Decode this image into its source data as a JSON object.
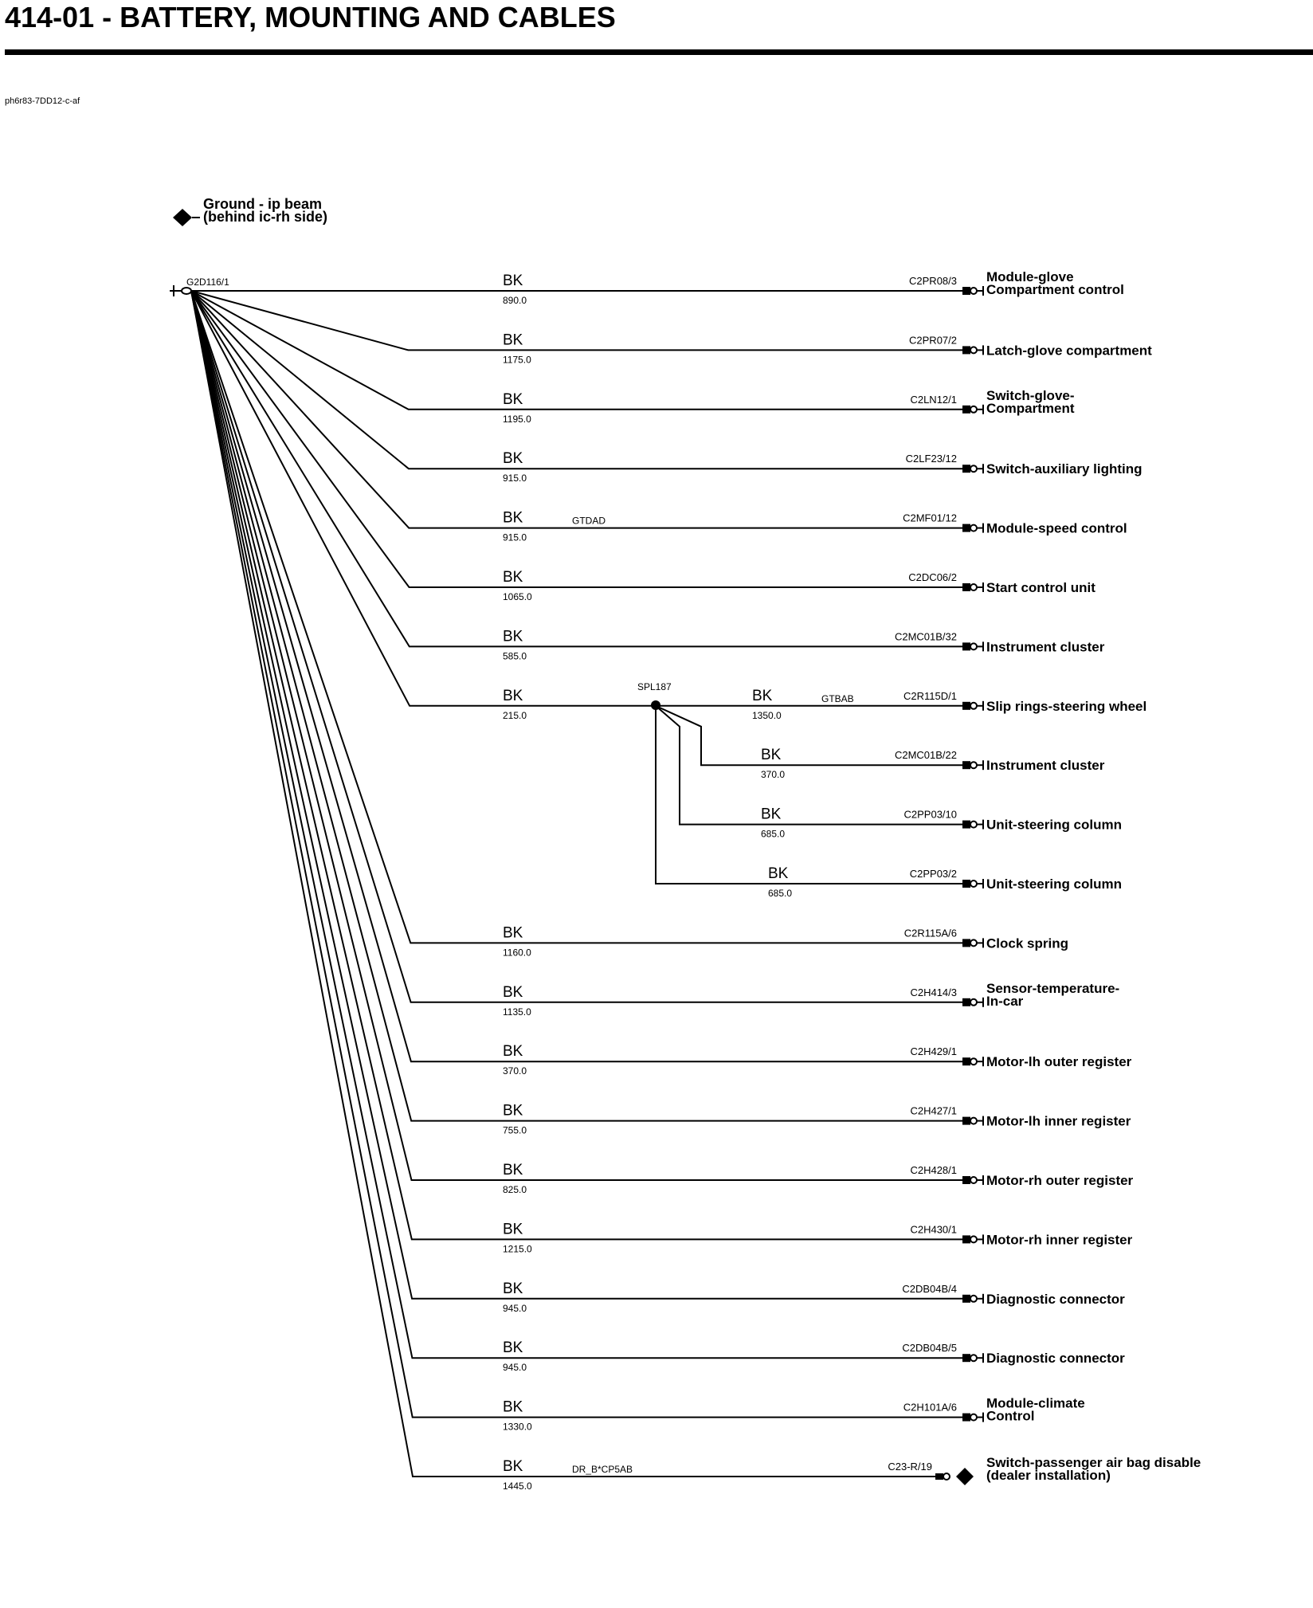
{
  "header": {
    "title": "414-01 - BATTERY, MOUNTING AND CABLES",
    "diagram_code": "ph6r83-7DD12-c-af"
  },
  "ground": {
    "label_line1": "Ground - ip beam",
    "label_line2": "(behind ic-rh side)",
    "connector": "G2D116/1"
  },
  "splice": {
    "label": "SPL187"
  },
  "wires": [
    {
      "color": "BK",
      "length": "890.0",
      "circuit": "",
      "connector": "C2PR08/3",
      "dest_line1": "Module-glove",
      "dest_line2": "Compartment control"
    },
    {
      "color": "BK",
      "length": "1175.0",
      "circuit": "",
      "connector": "C2PR07/2",
      "dest_line1": "Latch-glove compartment",
      "dest_line2": ""
    },
    {
      "color": "BK",
      "length": "1195.0",
      "circuit": "",
      "connector": "C2LN12/1",
      "dest_line1": "Switch-glove-",
      "dest_line2": "Compartment"
    },
    {
      "color": "BK",
      "length": "915.0",
      "circuit": "",
      "connector": "C2LF23/12",
      "dest_line1": "Switch-auxiliary lighting",
      "dest_line2": ""
    },
    {
      "color": "BK",
      "length": "915.0",
      "circuit": "GTDAD",
      "connector": "C2MF01/12",
      "dest_line1": "Module-speed control",
      "dest_line2": ""
    },
    {
      "color": "BK",
      "length": "1065.0",
      "circuit": "",
      "connector": "C2DC06/2",
      "dest_line1": "Start control unit",
      "dest_line2": ""
    },
    {
      "color": "BK",
      "length": "585.0",
      "circuit": "",
      "connector": "C2MC01B/32",
      "dest_line1": "Instrument cluster",
      "dest_line2": ""
    },
    {
      "color": "BK",
      "length": "215.0",
      "circuit": "",
      "connector": "",
      "dest_line1": "",
      "dest_line2": ""
    },
    {
      "color": "BK",
      "length": "1160.0",
      "circuit": "",
      "connector": "C2R115A/6",
      "dest_line1": "Clock spring",
      "dest_line2": ""
    },
    {
      "color": "BK",
      "length": "1135.0",
      "circuit": "",
      "connector": "C2H414/3",
      "dest_line1": "Sensor-temperature-",
      "dest_line2": "In-car"
    },
    {
      "color": "BK",
      "length": "370.0",
      "circuit": "",
      "connector": "C2H429/1",
      "dest_line1": "Motor-lh outer register",
      "dest_line2": ""
    },
    {
      "color": "BK",
      "length": "755.0",
      "circuit": "",
      "connector": "C2H427/1",
      "dest_line1": "Motor-lh inner register",
      "dest_line2": ""
    },
    {
      "color": "BK",
      "length": "825.0",
      "circuit": "",
      "connector": "C2H428/1",
      "dest_line1": "Motor-rh outer register",
      "dest_line2": ""
    },
    {
      "color": "BK",
      "length": "1215.0",
      "circuit": "",
      "connector": "C2H430/1",
      "dest_line1": "Motor-rh inner register",
      "dest_line2": ""
    },
    {
      "color": "BK",
      "length": "945.0",
      "circuit": "",
      "connector": "C2DB04B/4",
      "dest_line1": "Diagnostic connector",
      "dest_line2": ""
    },
    {
      "color": "BK",
      "length": "945.0",
      "circuit": "",
      "connector": "C2DB04B/5",
      "dest_line1": "Diagnostic connector",
      "dest_line2": ""
    },
    {
      "color": "BK",
      "length": "1330.0",
      "circuit": "",
      "connector": "C2H101A/6",
      "dest_line1": "Module-climate",
      "dest_line2": "Control"
    },
    {
      "color": "BK",
      "length": "1445.0",
      "circuit": "DR_B*CP5AB",
      "connector": "C23-R/19",
      "dest_line1": "Switch-passenger air bag disable",
      "dest_line2": "(dealer installation)"
    }
  ],
  "splice_wires": [
    {
      "color": "BK",
      "length": "1350.0",
      "circuit": "GTBAB",
      "connector": "C2R115D/1",
      "dest_line1": "Slip rings-steering wheel"
    },
    {
      "color": "BK",
      "length": "370.0",
      "circuit": "",
      "connector": "C2MC01B/22",
      "dest_line1": "Instrument cluster"
    },
    {
      "color": "BK",
      "length": "685.0",
      "circuit": "",
      "connector": "C2PP03/10",
      "dest_line1": "Unit-steering column"
    },
    {
      "color": "BK",
      "length": "685.0",
      "circuit": "",
      "connector": "C2PP03/2",
      "dest_line1": "Unit-steering column"
    }
  ]
}
